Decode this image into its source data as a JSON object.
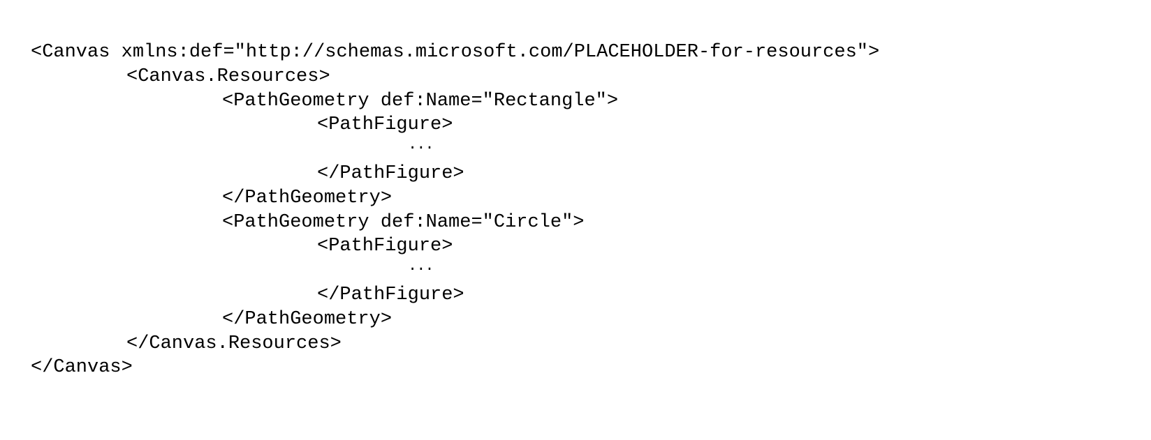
{
  "code": {
    "line_1": "<Canvas xmlns:def=\"http://schemas.microsoft.com/PLACEHOLDER-for-resources\">",
    "line_2": "<Canvas.Resources>",
    "line_3": "<PathGeometry def:Name=\"Rectangle\">",
    "line_4": "<PathFigure>",
    "line_5": "...",
    "line_6": "</PathFigure>",
    "line_7": "</PathGeometry>",
    "line_8": "<PathGeometry def:Name=\"Circle\">",
    "line_9": "<PathFigure>",
    "line_10": "...",
    "line_11": "</PathFigure>",
    "line_12": "</PathGeometry>",
    "line_13": "</Canvas.Resources>",
    "line_14": "</Canvas>"
  }
}
